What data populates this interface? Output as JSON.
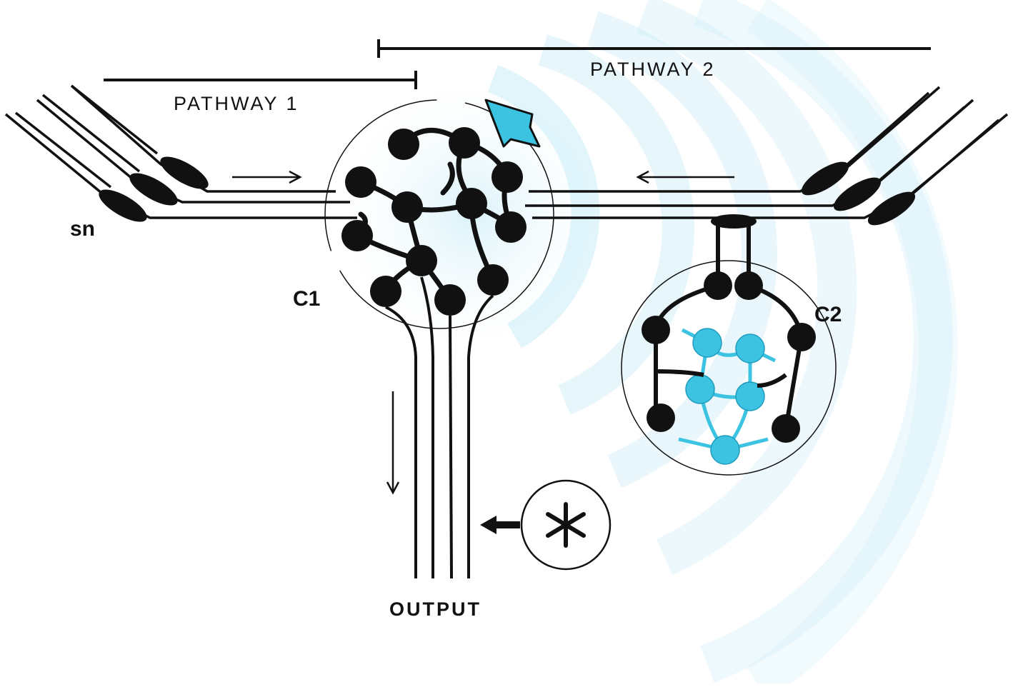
{
  "labels": {
    "pathway1": "PATHWAY 1",
    "pathway2": "PATHWAY 2",
    "sn": "sn",
    "c1": "C1",
    "c2": "C2",
    "output": "OUTPUT"
  },
  "colors": {
    "ink": "#111111",
    "accent": "#3cc3e2",
    "glow": "#bfe9f5",
    "background": "#ffffff"
  },
  "icons": {
    "modulator_arrow": "arrow-icon",
    "asterisk_source": "asterisk-icon"
  }
}
